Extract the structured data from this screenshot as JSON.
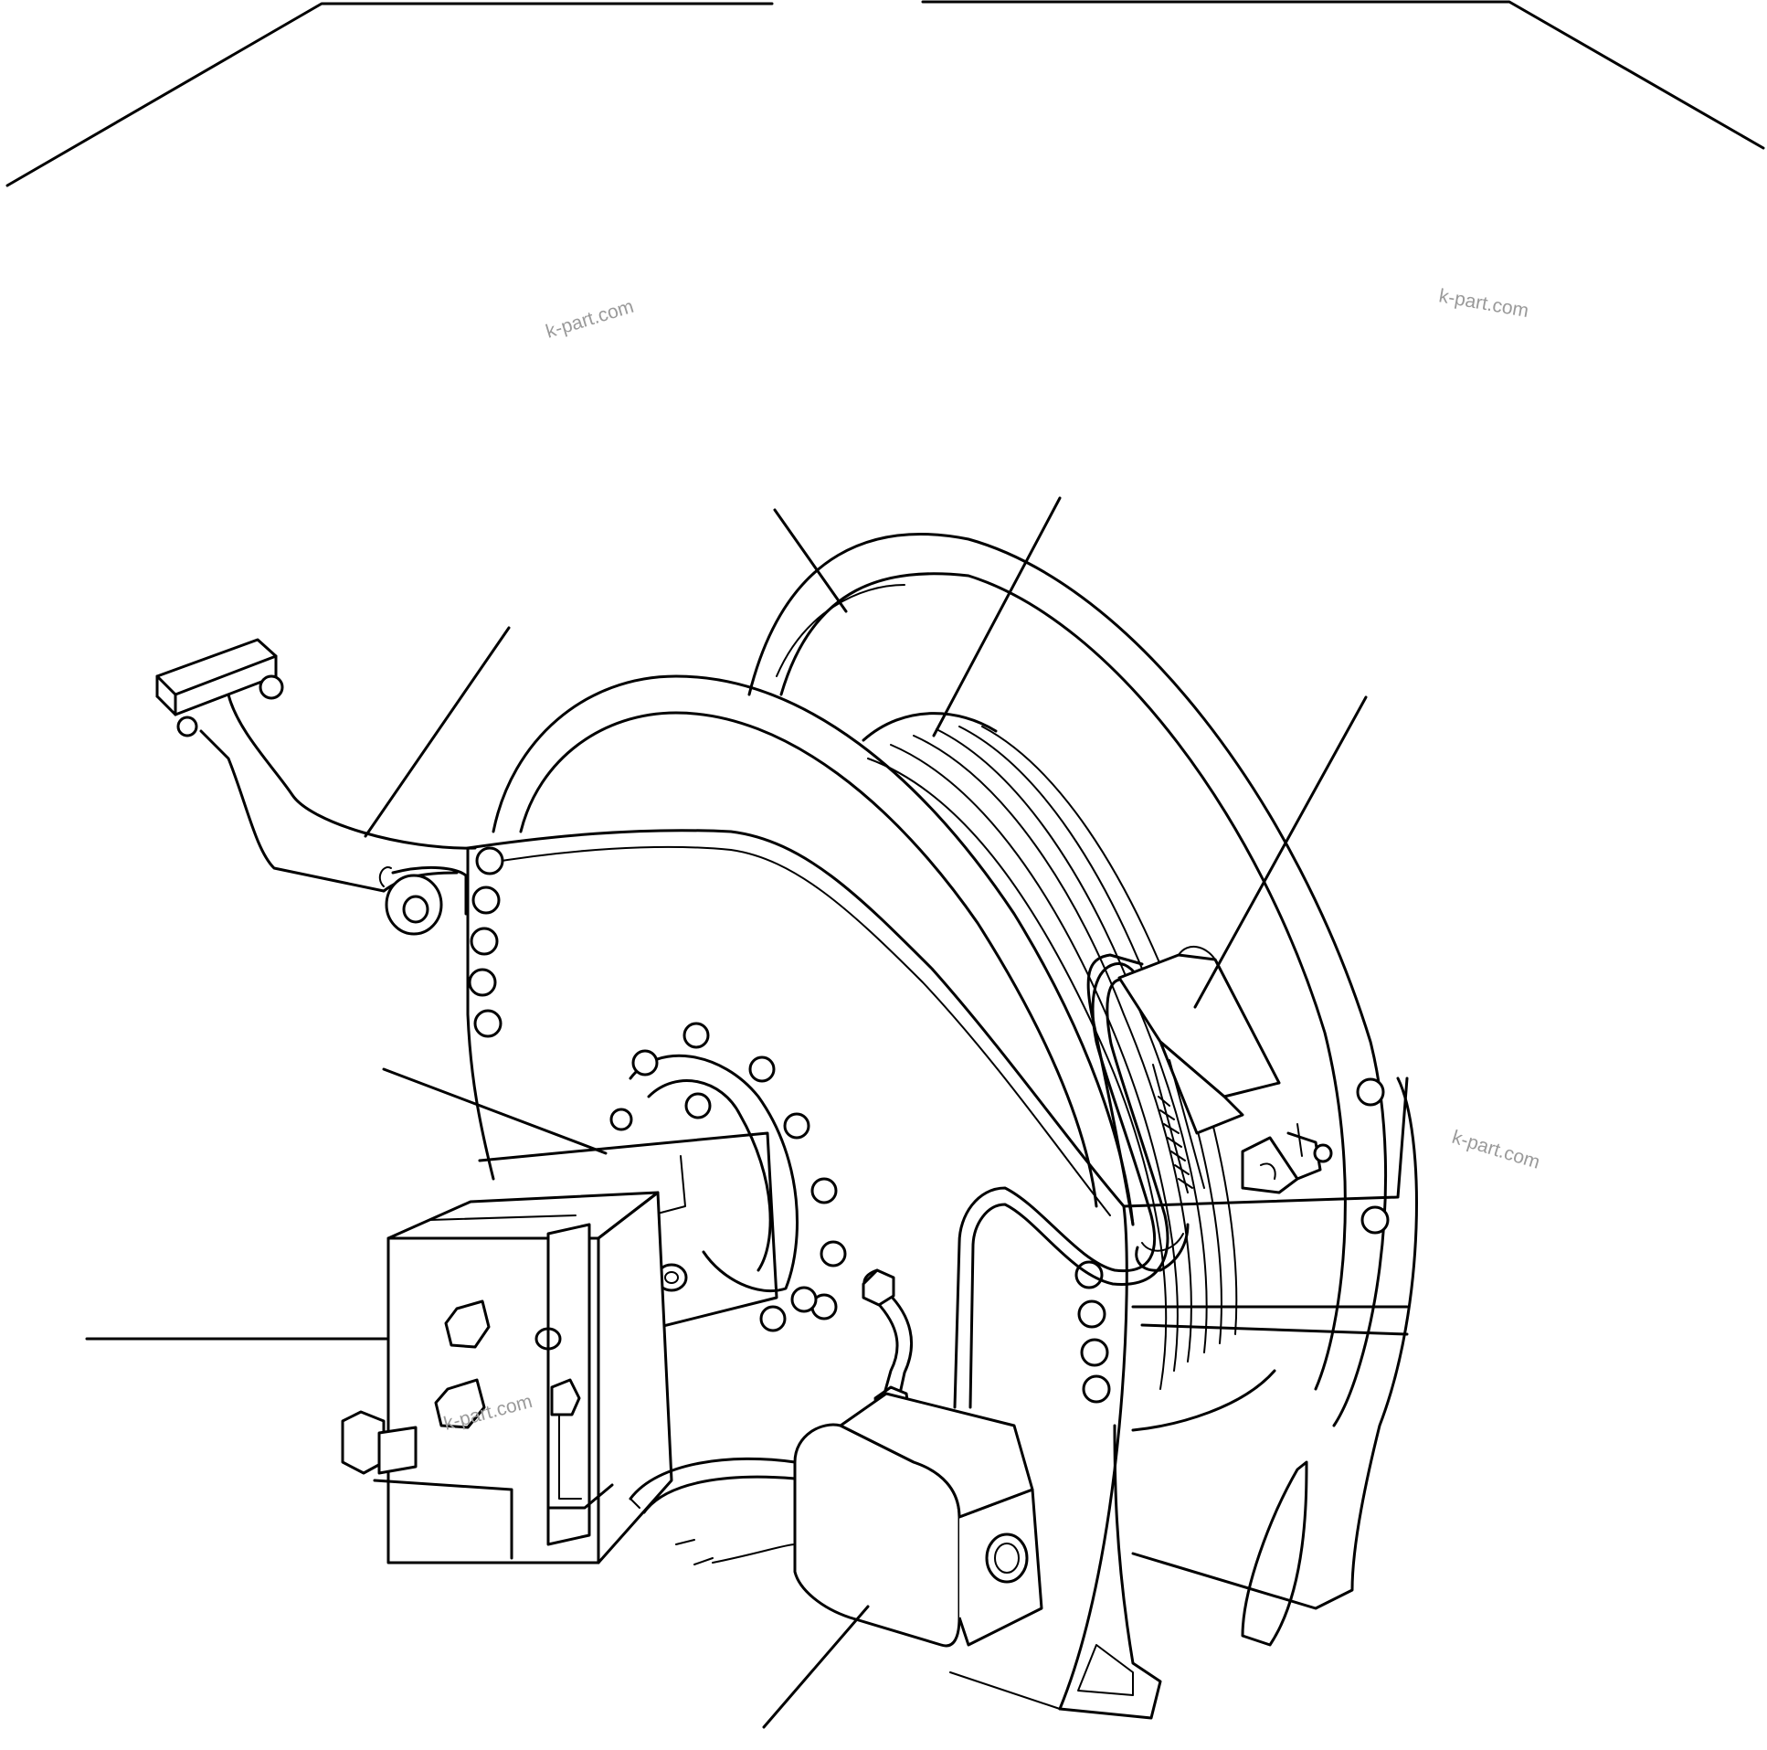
{
  "watermarks": [
    {
      "id": "wm-1",
      "text": "k-part.com"
    },
    {
      "id": "wm-2",
      "text": "k-part.com"
    },
    {
      "id": "wm-3",
      "text": "k-part.com"
    },
    {
      "id": "wm-4",
      "text": "k-part.com"
    }
  ],
  "leaders": [
    {
      "id": "leader-pedal-arm"
    },
    {
      "id": "leader-outer-flange"
    },
    {
      "id": "leader-drum"
    },
    {
      "id": "leader-spring-unit"
    },
    {
      "id": "leader-motor-housing"
    },
    {
      "id": "leader-valve-block"
    },
    {
      "id": "leader-junction-box"
    }
  ]
}
